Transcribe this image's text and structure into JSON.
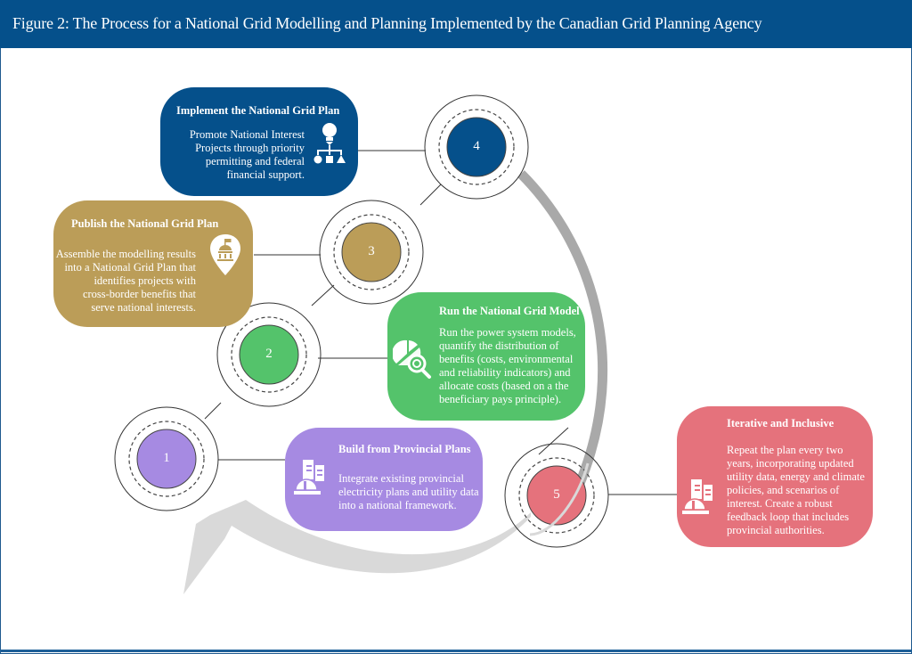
{
  "header": {
    "title": "Figure 2: The Process for a National Grid Modelling and Planning Implemented by the Canadian Grid Planning Agency"
  },
  "colors": {
    "header": "#05508b",
    "step1": "#a68ae2",
    "step2": "#54c36b",
    "step3": "#bb9d58",
    "step4": "#05508b",
    "step5": "#e5727c",
    "arrow_dark": "#a9a9a9",
    "arrow_light": "#d9d9d9"
  },
  "steps": [
    {
      "number": "1",
      "title": "Build from Provincial Plans",
      "body": [
        "Integrate existing provincial",
        "electricity plans and utility data",
        "into a national framework."
      ],
      "icon": "construction-icon"
    },
    {
      "number": "2",
      "title": "Run the National Grid Model",
      "body": [
        "Run the power system models,",
        "quantify the distribution of",
        "benefits (costs, environmental",
        "and reliability indicators) and",
        "allocate costs (based on a the",
        "beneficiary pays principle)."
      ],
      "icon": "pie-chart-search-icon"
    },
    {
      "number": "3",
      "title": "Publish the National Grid Plan",
      "body": [
        "Assemble the modelling results",
        "into a National Grid Plan that",
        "identifies projects with",
        "cross-border benefits that",
        "serve national interests."
      ],
      "icon": "government-location-icon"
    },
    {
      "number": "4",
      "title": "Implement the National Grid Plan",
      "body": [
        "Promote National Interest",
        "Projects through priority",
        "permitting and federal",
        "financial support."
      ],
      "icon": "idea-hierarchy-icon"
    },
    {
      "number": "5",
      "title": "Iterative and Inclusive",
      "body": [
        "Repeat the plan every two",
        "years, incorporating updated",
        "utility data, energy and climate",
        "policies, and scenarios of",
        "interest. Create a robust",
        "feedback loop that includes",
        "provincial authorities."
      ],
      "icon": "construction-icon"
    }
  ]
}
